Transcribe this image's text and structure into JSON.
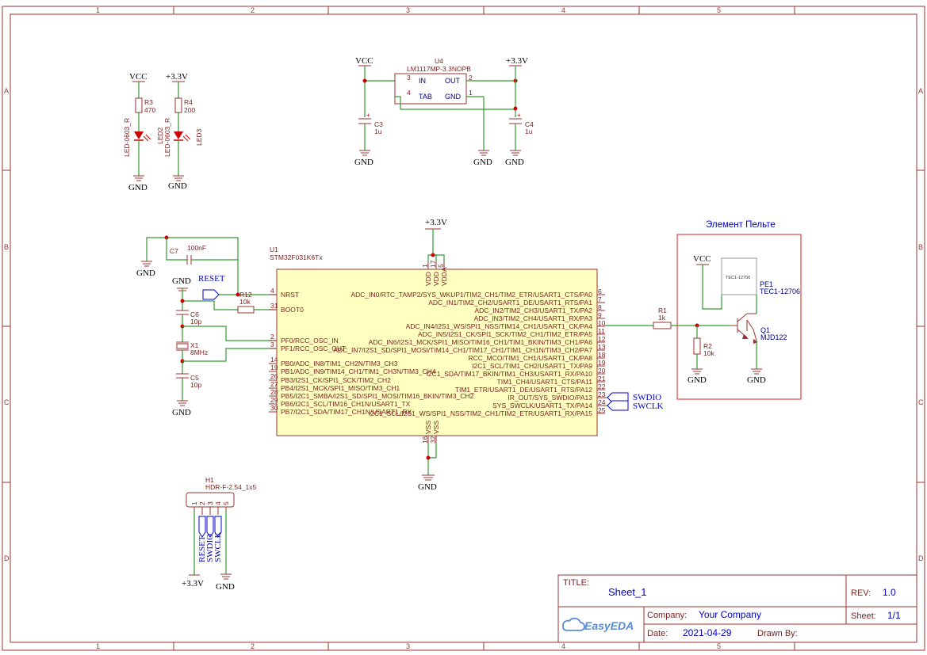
{
  "border": {
    "cols": [
      "1",
      "2",
      "3",
      "4",
      "5"
    ],
    "rows": [
      "A",
      "B",
      "C",
      "D"
    ]
  },
  "power": {
    "vcc": "VCC",
    "v33": "+3.3V",
    "gnd": "GND"
  },
  "components": {
    "r3": {
      "ref": "R3",
      "value": "470"
    },
    "r4": {
      "ref": "R4",
      "value": "200"
    },
    "led2": {
      "ref": "LED2",
      "pkg": "LED-0603_R"
    },
    "led3": {
      "ref": "LED3",
      "pkg": "LED-0603_R"
    },
    "u4": {
      "ref": "U4",
      "value": "LM1117MP-3.3NOPB",
      "p3": "3",
      "p2": "2",
      "p4": "4",
      "p1": "1",
      "in": "IN",
      "out": "OUT",
      "tab": "TAB",
      "gnd": "GND"
    },
    "c3": {
      "ref": "C3",
      "value": "1u"
    },
    "c4": {
      "ref": "C4",
      "value": "1u"
    },
    "c7": {
      "ref": "C7",
      "value": "100nF"
    },
    "r12": {
      "ref": "R12",
      "value": "10k"
    },
    "c6": {
      "ref": "C6",
      "value": "10p"
    },
    "x1": {
      "ref": "X1",
      "value": "8MHz"
    },
    "c5": {
      "ref": "C5",
      "value": "10p"
    },
    "u1": {
      "ref": "U1",
      "value": "STM32F031K6Tx"
    },
    "r1": {
      "ref": "R1",
      "value": "1k"
    },
    "r2": {
      "ref": "R2",
      "value": "10k"
    },
    "q1": {
      "ref": "Q1",
      "value": "MJD122"
    },
    "pe1": {
      "ref": "PE1",
      "value": "TEC1-12706",
      "inner": "TEC1-12706"
    },
    "h1": {
      "ref": "H1",
      "value": "HDR-F-2.54_1x5"
    }
  },
  "nets": {
    "reset": "RESET",
    "swdio": "SWDIO",
    "swclk": "SWCLK"
  },
  "peltier_title": "Элемент Пельте",
  "mcu": {
    "top_pins": [
      "VDD",
      "VDD",
      "VDDA"
    ],
    "top_nums": [
      "1",
      "17",
      "5"
    ],
    "bottom_pins": [
      "VSS",
      "VSS"
    ],
    "bottom_nums": [
      "16",
      "32"
    ],
    "left": [
      {
        "num": "4",
        "name": "NRST"
      },
      {
        "num": "31",
        "name": "BOOT0"
      },
      {
        "num": "2",
        "name": "PF0/RCC_OSC_IN"
      },
      {
        "num": "3",
        "name": "PF1/RCC_OSC_OUT"
      },
      {
        "num": "14",
        "name": "PB0/ADC_IN8/TIM1_CH2N/TIM3_CH3"
      },
      {
        "num": "19",
        "name": "PB1/ADC_IN9/TIM14_CH1/TIM1_CH3N/TIM3_CH4"
      },
      {
        "num": "26",
        "name": "PB3/I2S1_CK/SPI1_SCK/TIM2_CH2"
      },
      {
        "num": "27",
        "name": "PB4/I2S1_MCK/SPI1_MISO/TIM3_CH1"
      },
      {
        "num": "28",
        "name": "PB5/I2C1_SMBA/I2S1_SD/SPI1_MOSI/TIM16_BKIN/TIM3_CH2"
      },
      {
        "num": "29",
        "name": "PB6/I2C1_SCL/TIM16_CH1N/USART1_TX"
      },
      {
        "num": "30",
        "name": "PB7/I2C1_SDA/TIM17_CH1N/USART1_RX"
      }
    ],
    "right": [
      {
        "num": "6",
        "name": "ADC_IN0/RTC_TAMP2/SYS_WKUP1/TIM2_CH1/TIM2_ETR/USART1_CTS/PA0"
      },
      {
        "num": "7",
        "name": "ADC_IN1/TIM2_CH2/USART1_DE/USART1_RTS/PA1"
      },
      {
        "num": "8",
        "name": "ADC_IN2/TIM2_CH3/USART1_TX/PA2"
      },
      {
        "num": "9",
        "name": "ADC_IN3/TIM2_CH4/USART1_RX/PA3"
      },
      {
        "num": "10",
        "name": "ADC_IN4/I2S1_WS/SPI1_NSS/TIM14_CH1/USART1_CK/PA4"
      },
      {
        "num": "11",
        "name": "ADC_IN5/I2S1_CK/SPI1_SCK/TIM2_CH1/TIM2_ETR/PA5"
      },
      {
        "num": "12",
        "name": "ADC_IN6/I2S1_MCK/SPI1_MISO/TIM16_CH1/TIM1_BKIN/TIM3_CH1/PA6"
      },
      {
        "num": "13",
        "name": "ADC_IN7/I2S1_SD/SPI1_MOSI/TIM14_CH1/TIM17_CH1/TIM1_CH1N/TIM3_CH2/PA7"
      },
      {
        "num": "18",
        "name": "RCC_MCO/TIM1_CH1/USART1_CK/PA8"
      },
      {
        "num": "19",
        "name": "I2C1_SCL/TIM1_CH2/USART1_TX/PA9"
      },
      {
        "num": "20",
        "name": "I2C1_SDA/TIM17_BKIN/TIM1_CH3/USART1_RX/PA10"
      },
      {
        "num": "21",
        "name": "TIM1_CH4/USART1_CTS/PA11"
      },
      {
        "num": "22",
        "name": "TIM1_ETR/USART1_DE/USART1_RTS/PA12"
      },
      {
        "num": "23",
        "name": "IR_OUT/SYS_SWDIO/PA13"
      },
      {
        "num": "24",
        "name": "SYS_SWCLK/USART1_TX/PA14"
      },
      {
        "num": "25",
        "name": "I2C1_SCL/I2S1_WS/SPI1_NSS/TIM2_CH1/TIM2_ETR/USART1_RX/PA15"
      }
    ]
  },
  "header_pins": [
    "1",
    "2",
    "3",
    "4",
    "5"
  ],
  "header_nets": [
    "RESET",
    "SWDIO",
    "SWCLK"
  ],
  "title_block": {
    "title_label": "TITLE:",
    "title": "Sheet_1",
    "rev_label": "REV:",
    "rev": "1.0",
    "company_label": "Company:",
    "company": "Your Company",
    "sheet_label": "Sheet:",
    "sheet": "1/1",
    "date_label": "Date:",
    "date": "2021-04-29",
    "drawn_label": "Drawn By:",
    "logo": "EasyEDA"
  }
}
